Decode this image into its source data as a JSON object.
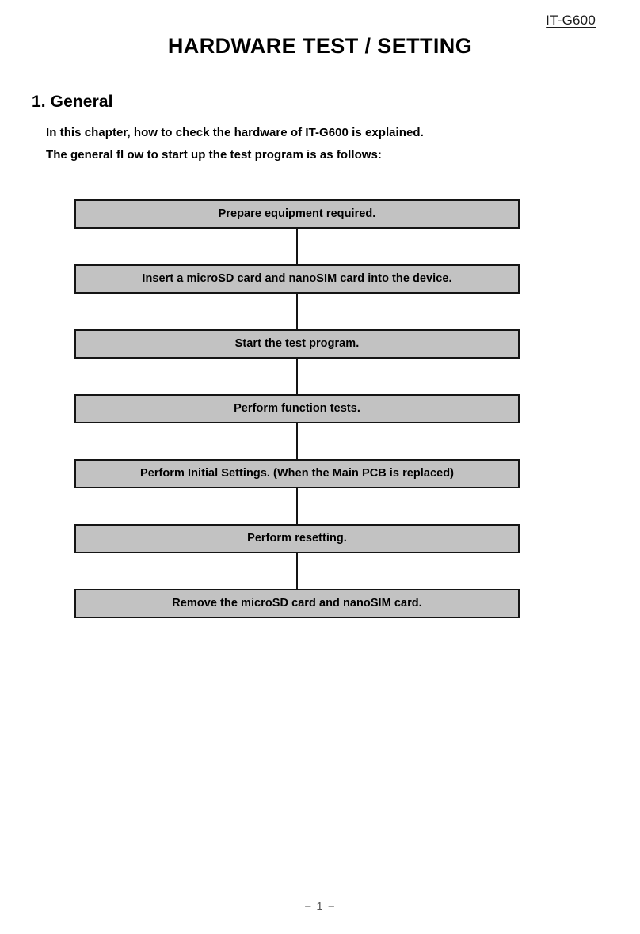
{
  "header": {
    "running_head": "IT-G600"
  },
  "title": "HARDWARE TEST / SETTING",
  "section": {
    "heading": "1. General",
    "paragraph_lines": [
      "In this chapter, how to check the hardware of IT-G600 is explained.",
      "The general fl ow to start up the test program is as follows:"
    ]
  },
  "flowchart": {
    "steps": [
      {
        "label": "Prepare equipment required."
      },
      {
        "label": "Insert a microSD card and nanoSIM card into the device."
      },
      {
        "label": "Start the test program."
      },
      {
        "label": "Perform function tests."
      },
      {
        "label": "Perform Initial Settings. (When the Main PCB is replaced)"
      },
      {
        "label": "Perform resetting."
      },
      {
        "label": "Remove the microSD card and nanoSIM card."
      }
    ],
    "box_fill_color": "#c2c2c2",
    "box_border_color": "#141414"
  },
  "footer": {
    "page_number": "− 1 −"
  }
}
